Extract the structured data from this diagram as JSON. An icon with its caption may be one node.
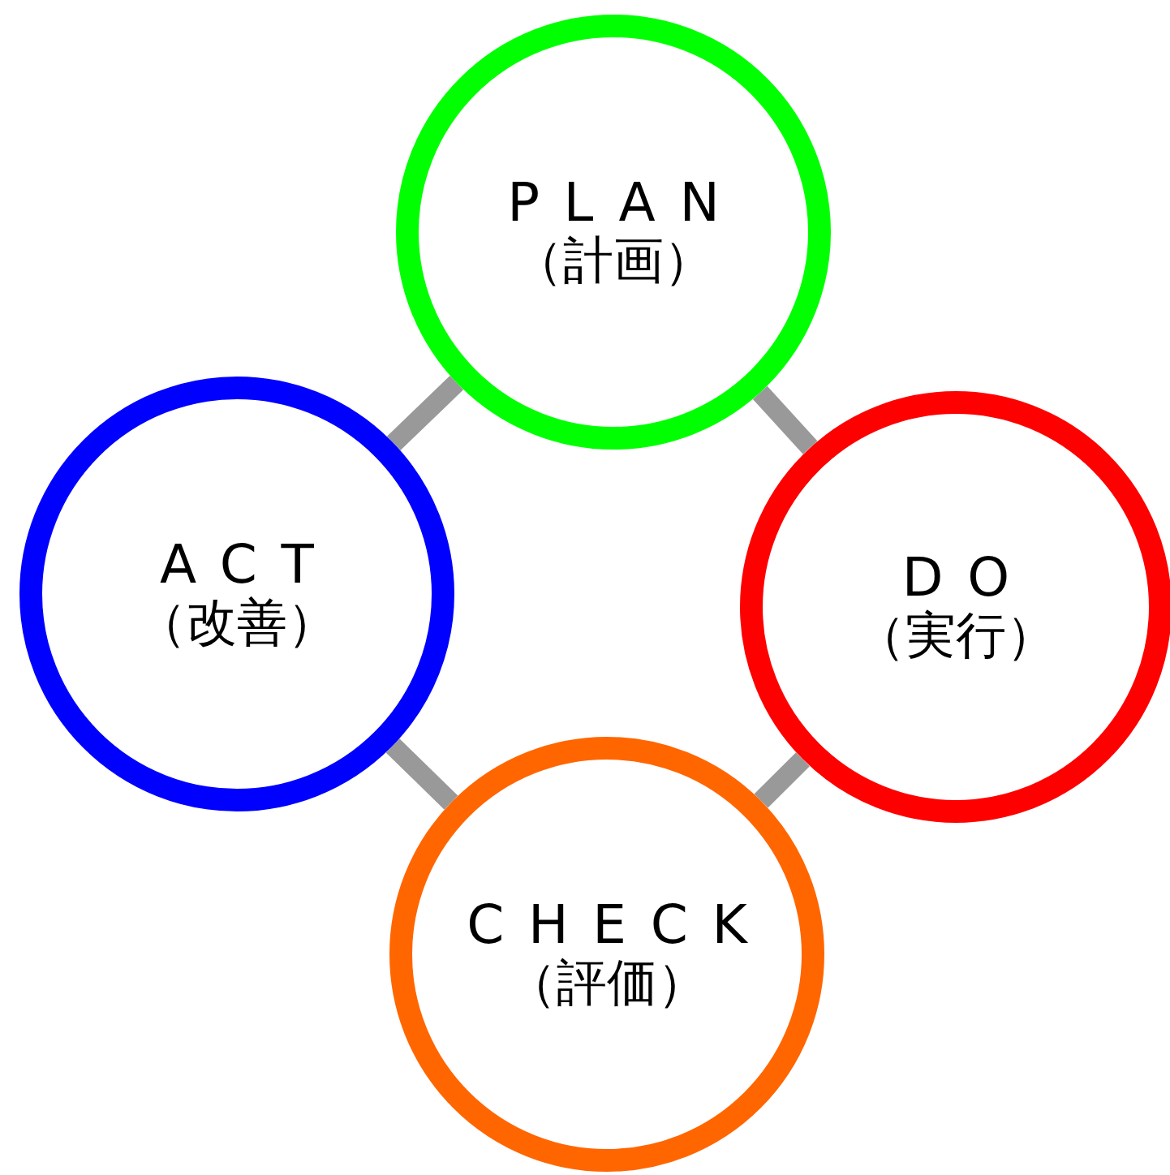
{
  "diagram": {
    "nodes": [
      {
        "text": [
          "PLAN",
          "（計画）"
        ]
      },
      {
        "text": [
          "DO",
          "（実行）"
        ]
      },
      {
        "text": [
          "CHECK",
          "（評価）"
        ]
      },
      {
        "text": [
          "ACT",
          "（改善）"
        ]
      }
    ],
    "edges": [
      {
        "from": 0,
        "to": 1,
        "arrow": "none"
      },
      {
        "from": 1,
        "to": 2,
        "arrow": "none"
      },
      {
        "from": 2,
        "to": 3,
        "arrow": "none"
      },
      {
        "from": 3,
        "to": 0,
        "arrow": "none"
      }
    ]
  }
}
